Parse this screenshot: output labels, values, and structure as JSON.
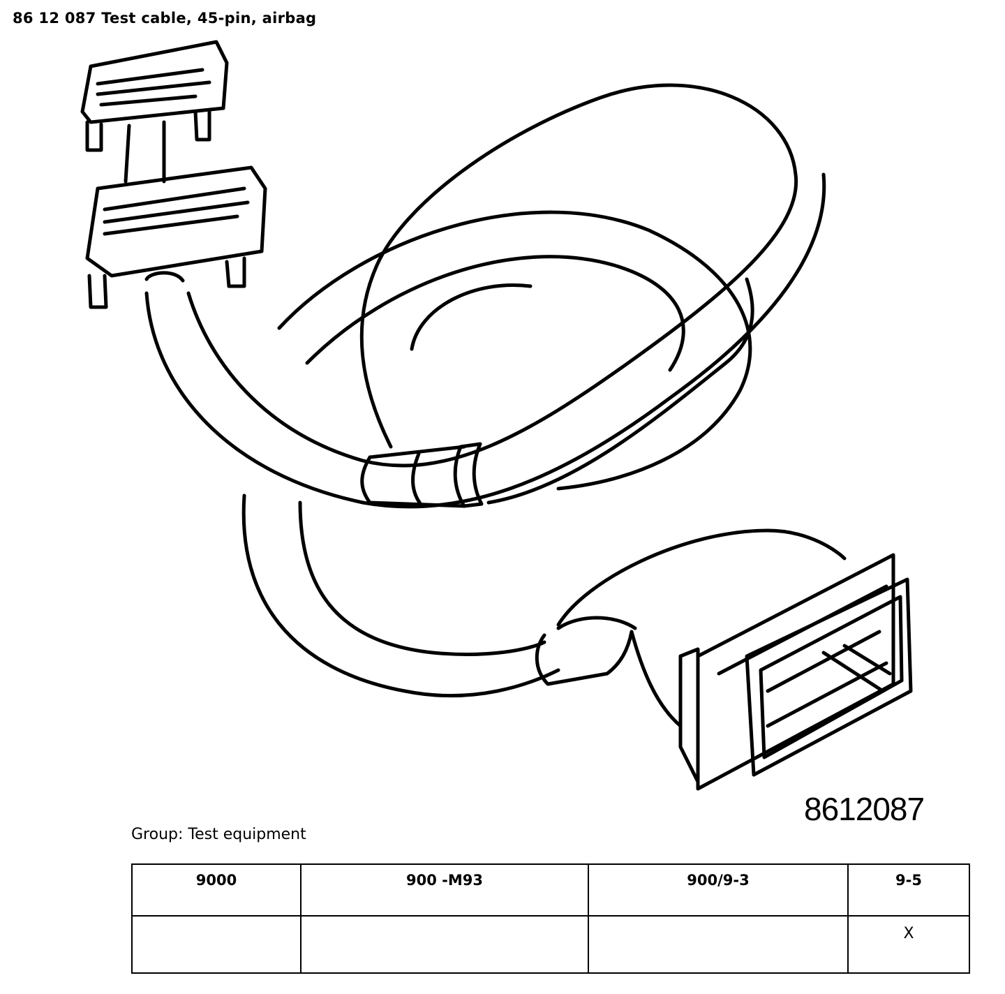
{
  "document": {
    "title": "86 12 087 Test cable, 45-pin, airbag",
    "part_number": "8612087",
    "group_text": "Group: Test equipment"
  },
  "compatibility": {
    "headers": [
      "9000",
      "900 -M93",
      "900/9-3",
      "9-5"
    ],
    "values": [
      "",
      "",
      "",
      "X"
    ]
  }
}
